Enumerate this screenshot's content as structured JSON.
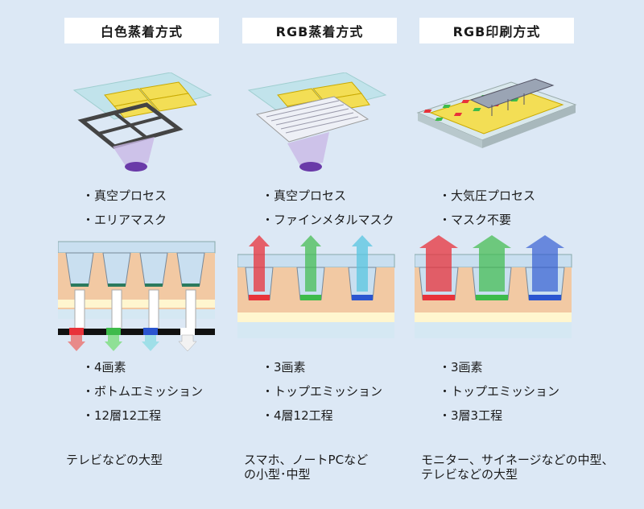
{
  "columns": [
    {
      "title": "白色蒸着方式",
      "bullets_top": [
        "・真空プロセス",
        "・エリアマスク"
      ],
      "bullets_bottom": [
        "・4画素",
        "・ボトムエミッション",
        "・12層12工程"
      ],
      "note": "テレビなどの大型"
    },
    {
      "title": "RGB蒸着方式",
      "bullets_top": [
        "・真空プロセス",
        "・ファインメタルマスク"
      ],
      "bullets_bottom": [
        "・3画素",
        "・トップエミッション",
        "・4層12工程"
      ],
      "note": "スマホ、ノートPCなど\nの小型･中型"
    },
    {
      "title": "RGB印刷方式",
      "bullets_top": [
        "・大気圧プロセス",
        "・マスク不要"
      ],
      "bullets_bottom": [
        "・3画素",
        "・トップエミッション",
        "・3層3工程"
      ],
      "note": "モニター、サイネージなどの中型、\nテレビなどの大型"
    }
  ],
  "colors": {
    "background": "#dce8f5",
    "red": "#e8323a",
    "green": "#3dbb4a",
    "blue": "#2a55d0",
    "substrate": "#f2c9a3",
    "glass": "#b9dde8",
    "yellow": "#f5e06a"
  }
}
